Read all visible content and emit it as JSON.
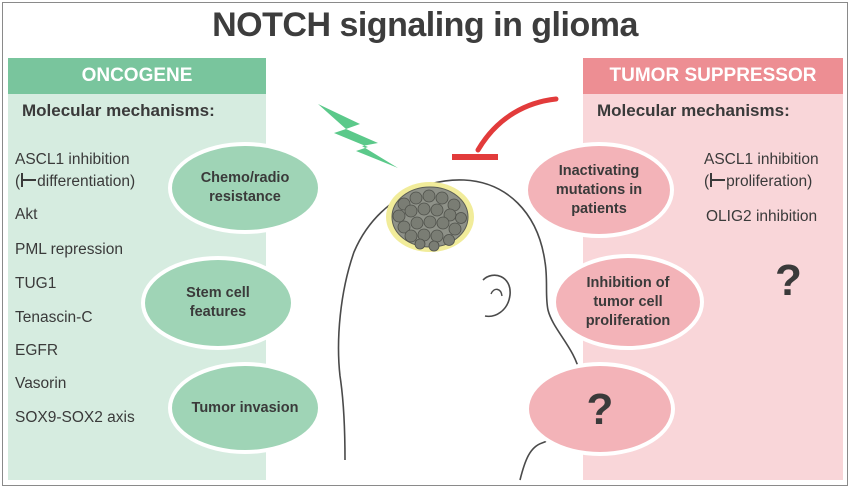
{
  "title": "NOTCH signaling in glioma",
  "oncogene": {
    "header": "ONCOGENE",
    "subheader": "Molecular mechanisms:",
    "items": [
      {
        "pre": "ASCL1 inhibition",
        "line2": "differentiation)",
        "paren": "("
      },
      {
        "text": "Akt"
      },
      {
        "text": "PML repression"
      },
      {
        "text": "TUG1"
      },
      {
        "text": "Tenascin-C"
      },
      {
        "text": "EGFR"
      },
      {
        "text": "Vasorin"
      },
      {
        "text": "SOX9-SOX2 axis"
      }
    ],
    "effects": [
      "Chemo/radio resistance",
      "Stem cell features",
      "Tumor invasion"
    ]
  },
  "suppressor": {
    "header": "TUMOR SUPPRESSOR",
    "subheader": "Molecular mechanisms:",
    "items": [
      {
        "pre": "ASCL1 inhibition",
        "line2": "proliferation)",
        "paren": "("
      },
      {
        "text": "OLIG2 inhibition"
      }
    ],
    "unknown_mark": "?",
    "effects": [
      "Inactivating mutations in patients",
      "Inhibition of tumor cell proliferation",
      "?"
    ]
  },
  "colors": {
    "oncogene_header": "#79c59d",
    "oncogene_panel": "#d6ece0",
    "oncogene_oval": "#9fd4b6",
    "suppressor_header": "#ed8e93",
    "suppressor_panel": "#f9d6d9",
    "suppressor_oval": "#f3b3b8",
    "lightning": "#5bc98a",
    "inhibition_arrow": "#e23b3b",
    "tumor_glow": "#f1ec9a"
  },
  "icons": [
    "lightning-bolt-icon",
    "inhibition-arrow-icon",
    "head-silhouette-icon",
    "tumor-cells-icon"
  ]
}
